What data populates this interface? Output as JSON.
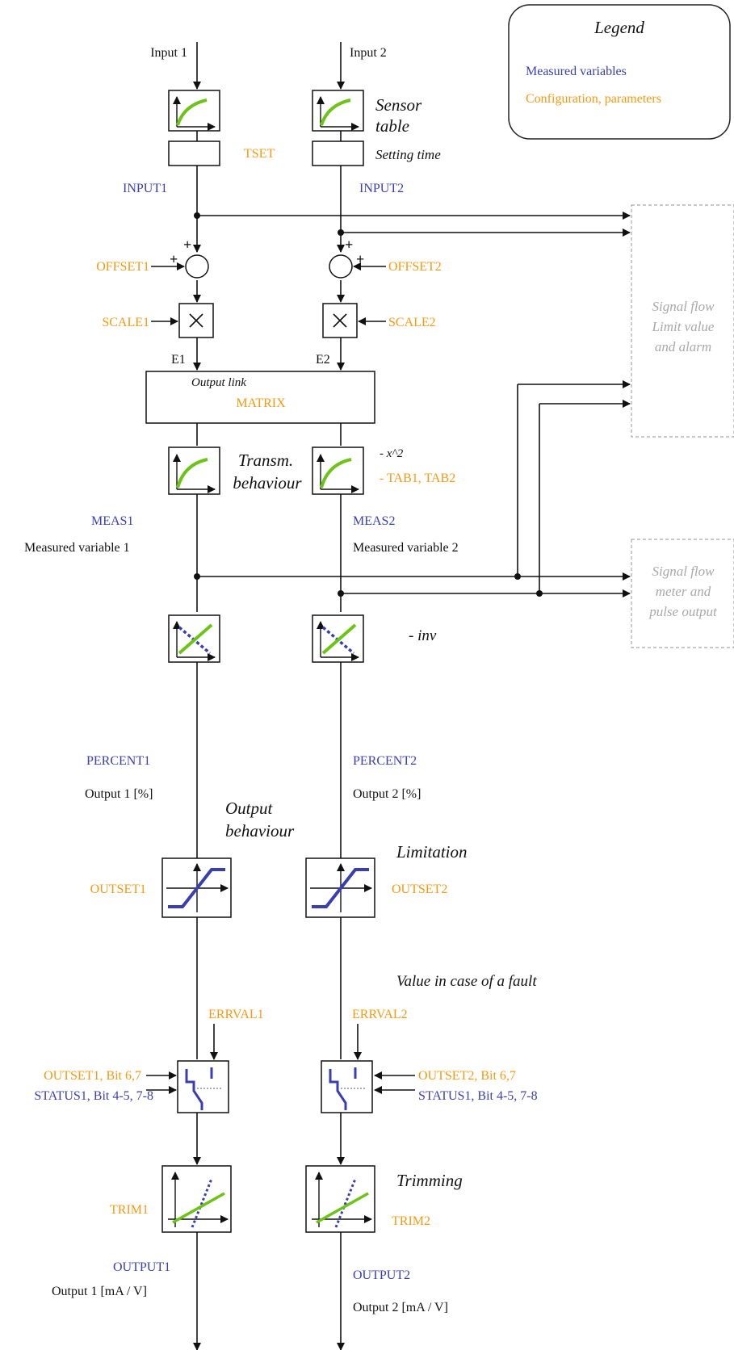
{
  "legend": {
    "title": "Legend",
    "measured": "Measured variables",
    "config": "Configuration, parameters"
  },
  "colors": {
    "measured": "#3a3fb0",
    "config": "#f59a12",
    "curve": "#6cc417",
    "gray": "#a8a8a8"
  },
  "inputs": {
    "input1": "Input 1",
    "input2": "Input 2"
  },
  "notes": {
    "sensor_table_1": "Sensor",
    "sensor_table_2": "table",
    "setting_time": "Setting time",
    "transm_1": "Transm.",
    "transm_2": "behaviour",
    "x2": "- x^2",
    "tab": "- TAB1, TAB2",
    "inv": "- inv",
    "output_beh_1": "Output",
    "output_beh_2": "behaviour",
    "limitation": "Limitation",
    "fault": "Value in case of a fault",
    "trimming": "Trimming"
  },
  "params": {
    "tset": "TSET",
    "offset1": "OFFSET1",
    "offset2": "OFFSET2",
    "scale1": "SCALE1",
    "scale2": "SCALE2",
    "matrix": "MATRIX",
    "output_link": "Output link",
    "outset1": "OUTSET1",
    "outset2": "OUTSET2",
    "errval1": "ERRVAL1",
    "errval2": "ERRVAL2",
    "outset1_bits": "OUTSET1, Bit 6,7",
    "outset2_bits": "OUTSET2, Bit 6,7",
    "trim1": "TRIM1",
    "trim2": "TRIM2"
  },
  "measured": {
    "input1": "INPUT1",
    "input2": "INPUT2",
    "meas1": "MEAS1",
    "meas2": "MEAS2",
    "percent1": "PERCENT1",
    "percent2": "PERCENT2",
    "status1a": "STATUS1, Bit 4-5, 7-8",
    "status1b": "STATUS1, Bit 4-5, 7-8",
    "output1": "OUTPUT1",
    "output2": "OUTPUT2"
  },
  "plain": {
    "e1": "E1",
    "e2": "E2",
    "plus": "+",
    "measvar1": "Measured variable 1",
    "measvar2": "Measured variable 2",
    "out1pct": "Output 1 [%]",
    "out2pct": "Output 2 [%]",
    "out1ma": "Output 1 [mA / V]",
    "out2ma": "Output 2   [mA / V]"
  },
  "signal_flow": {
    "limit_1": "Signal flow",
    "limit_2": "Limit value",
    "limit_3": "and alarm",
    "meter_1": "Signal flow",
    "meter_2": "meter and",
    "meter_3": "pulse output"
  }
}
